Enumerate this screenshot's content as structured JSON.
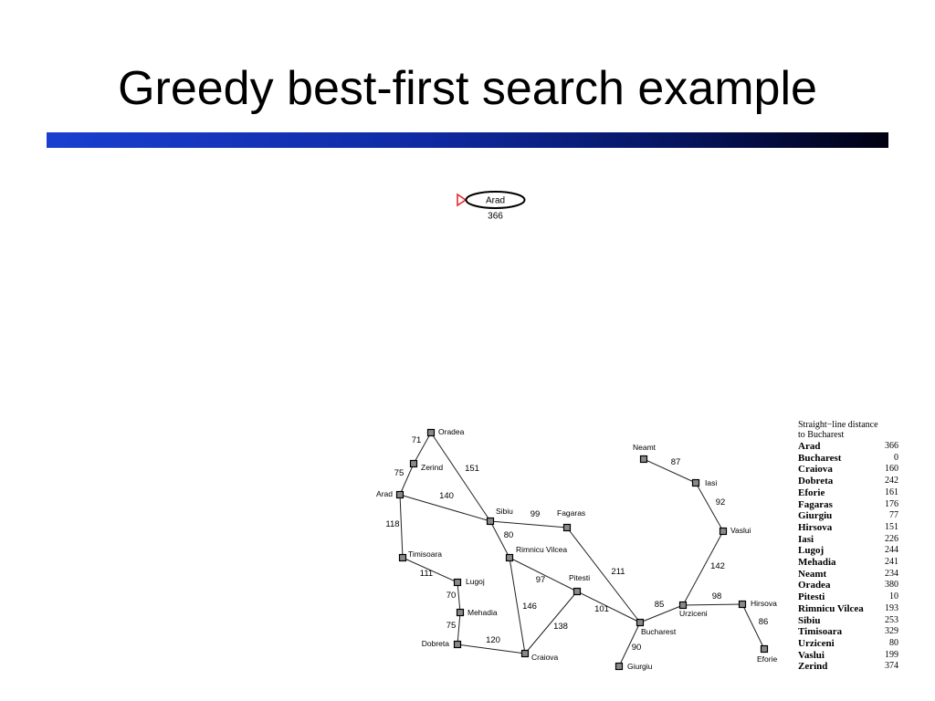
{
  "slide": {
    "title": "Greedy best-first search example"
  },
  "search_tree": {
    "root": {
      "label": "Arad",
      "value": "366"
    }
  },
  "map": {
    "cities": [
      {
        "name": "Oradea"
      },
      {
        "name": "Zerind"
      },
      {
        "name": "Arad"
      },
      {
        "name": "Timisoara"
      },
      {
        "name": "Lugoj"
      },
      {
        "name": "Mehadia"
      },
      {
        "name": "Dobreta"
      },
      {
        "name": "Craiova"
      },
      {
        "name": "Sibiu"
      },
      {
        "name": "Rimnicu Vilcea"
      },
      {
        "name": "Fagaras"
      },
      {
        "name": "Pitesti"
      },
      {
        "name": "Bucharest"
      },
      {
        "name": "Giurgiu"
      },
      {
        "name": "Urziceni"
      },
      {
        "name": "Hirsova"
      },
      {
        "name": "Eforie"
      },
      {
        "name": "Vaslui"
      },
      {
        "name": "Iasi"
      },
      {
        "name": "Neamt"
      }
    ],
    "roads": [
      {
        "from": "Oradea",
        "to": "Zerind",
        "distance": "71"
      },
      {
        "from": "Zerind",
        "to": "Arad",
        "distance": "75"
      },
      {
        "from": "Oradea",
        "to": "Sibiu",
        "distance": "151"
      },
      {
        "from": "Arad",
        "to": "Sibiu",
        "distance": "140"
      },
      {
        "from": "Arad",
        "to": "Timisoara",
        "distance": "118"
      },
      {
        "from": "Timisoara",
        "to": "Lugoj",
        "distance": "111"
      },
      {
        "from": "Lugoj",
        "to": "Mehadia",
        "distance": "70"
      },
      {
        "from": "Mehadia",
        "to": "Dobreta",
        "distance": "75"
      },
      {
        "from": "Dobreta",
        "to": "Craiova",
        "distance": "120"
      },
      {
        "from": "Sibiu",
        "to": "Fagaras",
        "distance": "99"
      },
      {
        "from": "Sibiu",
        "to": "Rimnicu Vilcea",
        "distance": "80"
      },
      {
        "from": "Rimnicu Vilcea",
        "to": "Pitesti",
        "distance": "97"
      },
      {
        "from": "Rimnicu Vilcea",
        "to": "Craiova",
        "distance": "146"
      },
      {
        "from": "Craiova",
        "to": "Pitesti",
        "distance": "138"
      },
      {
        "from": "Fagaras",
        "to": "Bucharest",
        "distance": "211"
      },
      {
        "from": "Pitesti",
        "to": "Bucharest",
        "distance": "101"
      },
      {
        "from": "Bucharest",
        "to": "Giurgiu",
        "distance": "90"
      },
      {
        "from": "Bucharest",
        "to": "Urziceni",
        "distance": "85"
      },
      {
        "from": "Urziceni",
        "to": "Hirsova",
        "distance": "98"
      },
      {
        "from": "Hirsova",
        "to": "Eforie",
        "distance": "86"
      },
      {
        "from": "Urziceni",
        "to": "Vaslui",
        "distance": "142"
      },
      {
        "from": "Vaslui",
        "to": "Iasi",
        "distance": "92"
      },
      {
        "from": "Iasi",
        "to": "Neamt",
        "distance": "87"
      }
    ]
  },
  "distance_table": {
    "heading_line1": "Straight−line distance",
    "heading_line2": "to Bucharest",
    "rows": [
      {
        "city": "Arad",
        "value": "366"
      },
      {
        "city": "Bucharest",
        "value": "0"
      },
      {
        "city": "Craiova",
        "value": "160"
      },
      {
        "city": "Dobreta",
        "value": "242"
      },
      {
        "city": "Eforie",
        "value": "161"
      },
      {
        "city": "Fagaras",
        "value": "176"
      },
      {
        "city": "Giurgiu",
        "value": "77"
      },
      {
        "city": "Hirsova",
        "value": "151"
      },
      {
        "city": "Iasi",
        "value": "226"
      },
      {
        "city": "Lugoj",
        "value": "244"
      },
      {
        "city": "Mehadia",
        "value": "241"
      },
      {
        "city": "Neamt",
        "value": "234"
      },
      {
        "city": "Oradea",
        "value": "380"
      },
      {
        "city": "Pitesti",
        "value": "10"
      },
      {
        "city": "Rimnicu Vilcea",
        "value": "193"
      },
      {
        "city": "Sibiu",
        "value": "253"
      },
      {
        "city": "Timisoara",
        "value": "329"
      },
      {
        "city": "Urziceni",
        "value": "80"
      },
      {
        "city": "Vaslui",
        "value": "199"
      },
      {
        "city": "Zerind",
        "value": "374"
      }
    ]
  },
  "colors": {
    "title_bar_start": "#1a3fd0",
    "title_bar_end": "#000010",
    "start_marker": "#e8282e",
    "node_fill": "#8a8a8a"
  }
}
